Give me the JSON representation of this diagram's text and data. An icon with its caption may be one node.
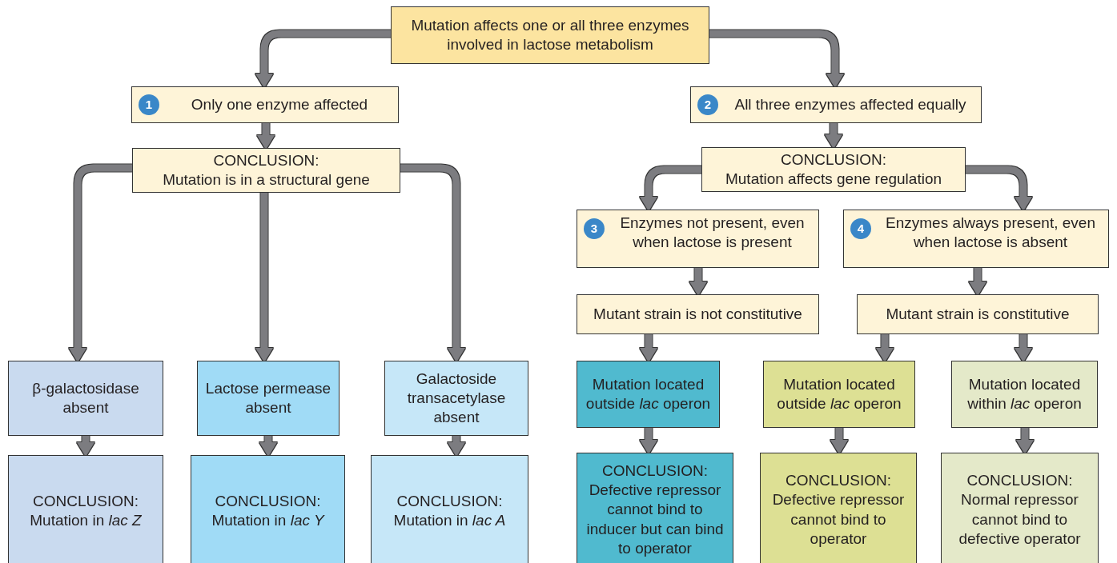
{
  "diagram": {
    "nodes": [
      {
        "text": [
          "Mutation affects one or all three enzymes involved in lactose metabolism"
        ]
      },
      {
        "text": [
          "Only one enzyme affected"
        ]
      },
      {
        "text": [
          "1"
        ],
        "in": 1
      },
      {
        "text": [
          "All three enzymes affected equally"
        ]
      },
      {
        "text": [
          "2"
        ],
        "in": 3
      },
      {
        "text": [
          "CONCLUSION:",
          "Mutation is in a structural gene"
        ]
      },
      {
        "text": [
          "CONCLUSION:",
          "Mutation affects gene regulation"
        ]
      },
      {
        "text": [
          "Enzymes not present, even when lactose is present"
        ]
      },
      {
        "text": [
          "3"
        ],
        "in": 7
      },
      {
        "text": [
          "Enzymes always present, even when lactose is absent"
        ]
      },
      {
        "text": [
          "4"
        ],
        "in": 9
      },
      {
        "text": [
          "Mutant strain is not constitutive"
        ]
      },
      {
        "text": [
          "Mutant strain is constitutive"
        ]
      },
      {
        "text": [
          "β-galactosidase absent"
        ]
      },
      {
        "text": [
          "Lactose permease absent"
        ]
      },
      {
        "text": [
          "Galactoside transacetylase absent"
        ]
      },
      {
        "text": [
          "Mutation located outside *lac* operon"
        ]
      },
      {
        "text": [
          "Mutation located outside *lac* operon"
        ]
      },
      {
        "text": [
          "Mutation located within *lac* operon"
        ]
      },
      {
        "text": [
          "CONCLUSION:",
          "Mutation in *lac Z*"
        ]
      },
      {
        "text": [
          "CONCLUSION:",
          "Mutation in *lac Y*"
        ]
      },
      {
        "text": [
          "CONCLUSION:",
          "Mutation in *lac A*"
        ]
      },
      {
        "text": [
          "CONCLUSION:",
          "Defective repressor cannot bind to inducer but can bind to operator"
        ]
      },
      {
        "text": [
          "CONCLUSION:",
          "Defective repressor cannot bind to operator"
        ]
      },
      {
        "text": [
          "CONCLUSION:",
          "Normal repressor cannot bind to defective operator"
        ]
      }
    ],
    "edges": [
      {
        "from": 0,
        "to": 1,
        "arrow": "to"
      },
      {
        "from": 0,
        "to": 3,
        "arrow": "to"
      },
      {
        "from": 1,
        "to": 5,
        "arrow": "to"
      },
      {
        "from": 3,
        "to": 6,
        "arrow": "to"
      },
      {
        "from": 5,
        "to": 13,
        "arrow": "to"
      },
      {
        "from": 5,
        "to": 14,
        "arrow": "to"
      },
      {
        "from": 5,
        "to": 15,
        "arrow": "to"
      },
      {
        "from": 6,
        "to": 7,
        "arrow": "to"
      },
      {
        "from": 6,
        "to": 9,
        "arrow": "to"
      },
      {
        "from": 7,
        "to": 11,
        "arrow": "to"
      },
      {
        "from": 9,
        "to": 12,
        "arrow": "to"
      },
      {
        "from": 11,
        "to": 16,
        "arrow": "to"
      },
      {
        "from": 12,
        "to": 17,
        "arrow": "to"
      },
      {
        "from": 12,
        "to": 18,
        "arrow": "to"
      },
      {
        "from": 13,
        "to": 19,
        "arrow": "to"
      },
      {
        "from": 14,
        "to": 20,
        "arrow": "to"
      },
      {
        "from": 15,
        "to": 21,
        "arrow": "to"
      },
      {
        "from": 16,
        "to": 22,
        "arrow": "to"
      },
      {
        "from": 17,
        "to": 23,
        "arrow": "to"
      },
      {
        "from": 18,
        "to": 24,
        "arrow": "to"
      }
    ]
  }
}
